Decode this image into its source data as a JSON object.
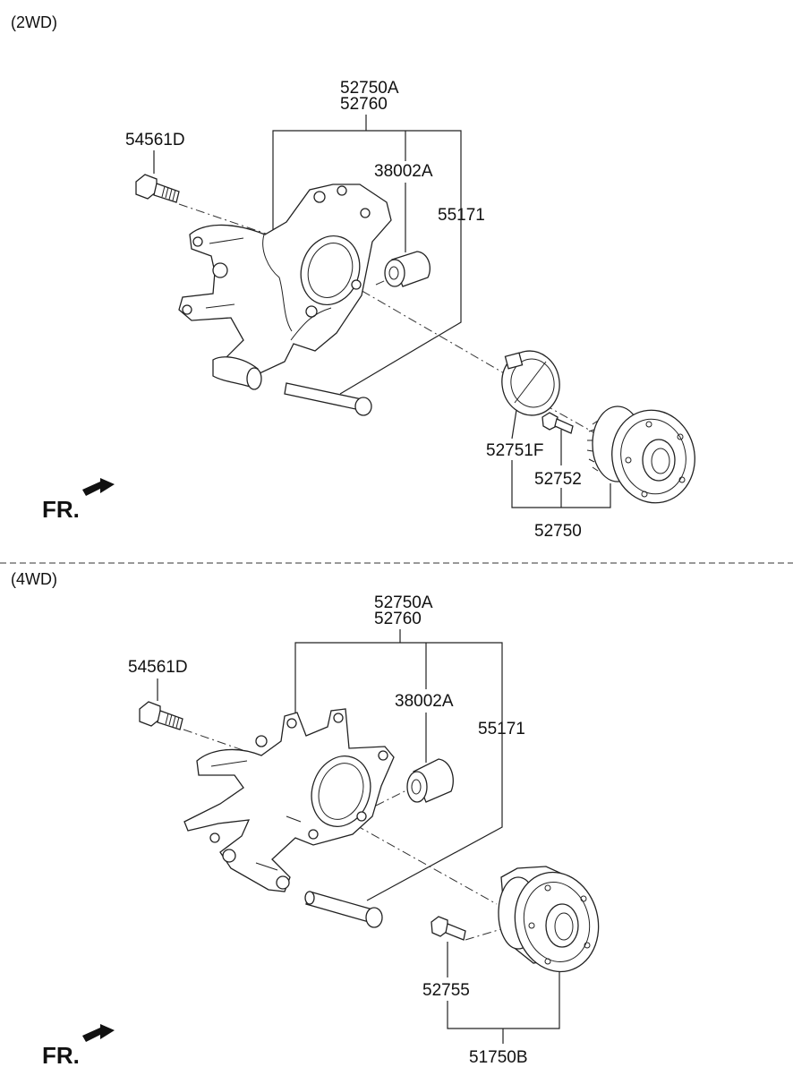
{
  "sections": [
    {
      "title": "(2WD)",
      "labels": {
        "knuckle_a": "52750A",
        "knuckle_b": "52760",
        "bolt": "54561D",
        "bushing": "38002A",
        "pin": "55171",
        "bearing": "52751F",
        "hub_bolt": "52752",
        "hub_assy": "52750"
      },
      "fr": "FR."
    },
    {
      "title": "(4WD)",
      "labels": {
        "knuckle_a": "52750A",
        "knuckle_b": "52760",
        "bolt": "54561D",
        "bushing": "38002A",
        "pin": "55171",
        "hub_bolt": "52755",
        "hub_assy": "51750B"
      },
      "fr": "FR."
    }
  ]
}
